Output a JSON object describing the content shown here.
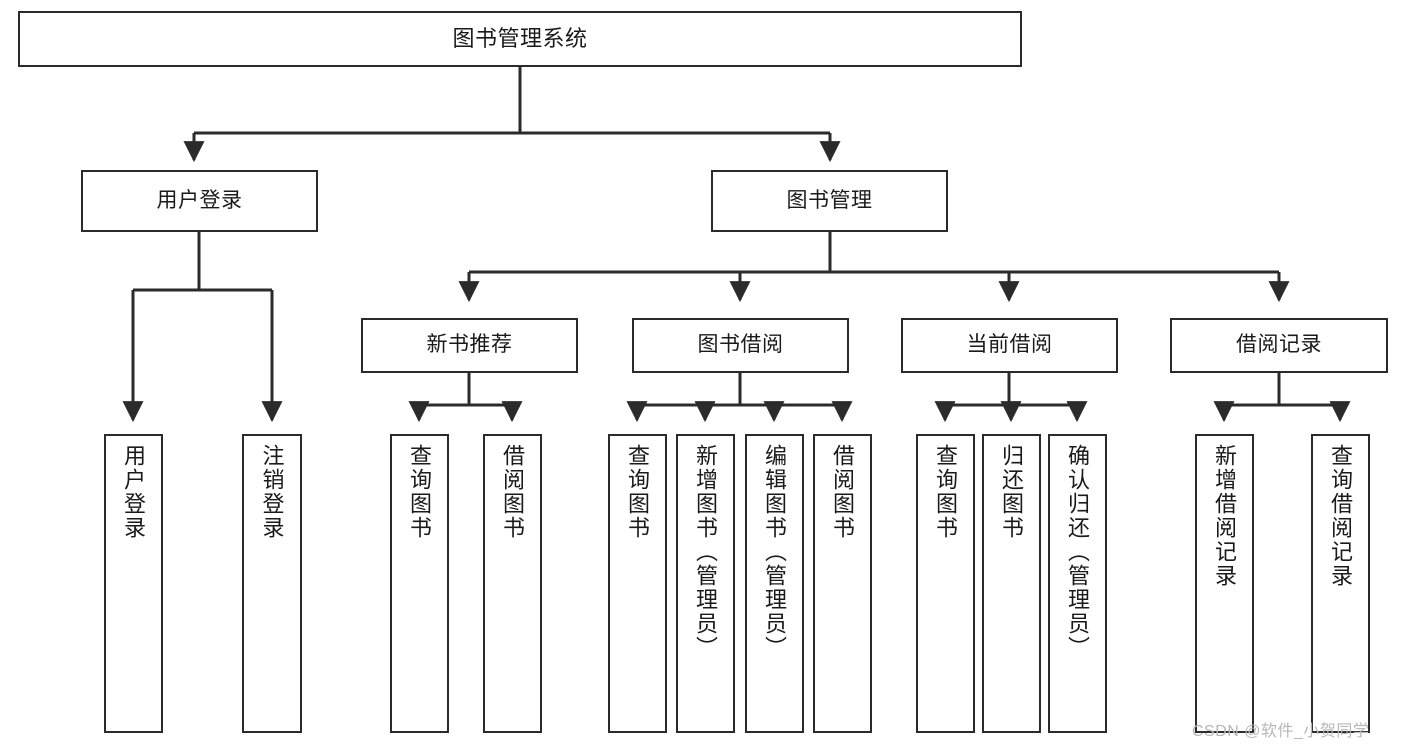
{
  "diagram": {
    "title": "图书管理系统",
    "type": "tree-hierarchy-chart",
    "orientation": "top-down",
    "colors": {
      "box_border": "#2b2b2b",
      "box_fill": "#ffffff",
      "edge": "#2b2b2b",
      "text": "#1a1a1a",
      "watermark": "#b7b7b7",
      "background": "#ffffff"
    },
    "levels": {
      "level1": {
        "nodes": [
          {
            "id": "root",
            "label": "图书管理系统",
            "text_direction": "horizontal"
          }
        ]
      },
      "level2": {
        "nodes": [
          {
            "id": "user-login",
            "label": "用户登录",
            "text_direction": "horizontal",
            "parent": "root"
          },
          {
            "id": "book-manage",
            "label": "图书管理",
            "text_direction": "horizontal",
            "parent": "root"
          }
        ]
      },
      "level3": {
        "nodes": [
          {
            "id": "new-book-rec",
            "label": "新书推荐",
            "text_direction": "horizontal",
            "parent": "book-manage"
          },
          {
            "id": "book-borrow",
            "label": "图书借阅",
            "text_direction": "horizontal",
            "parent": "book-manage"
          },
          {
            "id": "current-borrow",
            "label": "当前借阅",
            "text_direction": "horizontal",
            "parent": "book-manage"
          },
          {
            "id": "borrow-record",
            "label": "借阅记录",
            "text_direction": "horizontal",
            "parent": "book-manage"
          }
        ]
      },
      "level4": {
        "nodes": [
          {
            "id": "leaf-user-login",
            "label": "用户登录",
            "text_direction": "vertical",
            "parent": "user-login"
          },
          {
            "id": "leaf-logout-login",
            "label": "注销登录",
            "text_direction": "vertical",
            "parent": "user-login"
          },
          {
            "id": "leaf-query-book-1",
            "label": "查询图书",
            "text_direction": "vertical",
            "parent": "new-book-rec"
          },
          {
            "id": "leaf-borrow-book-1",
            "label": "借阅图书",
            "text_direction": "vertical",
            "parent": "new-book-rec"
          },
          {
            "id": "leaf-query-book-2",
            "label": "查询图书",
            "text_direction": "vertical",
            "parent": "book-borrow"
          },
          {
            "id": "leaf-add-book",
            "label": "新增图书（管理员）",
            "text_direction": "vertical",
            "parent": "book-borrow"
          },
          {
            "id": "leaf-edit-book",
            "label": "编辑图书（管理员）",
            "text_direction": "vertical",
            "parent": "book-borrow"
          },
          {
            "id": "leaf-borrow-book-2",
            "label": "借阅图书",
            "text_direction": "vertical",
            "parent": "book-borrow"
          },
          {
            "id": "leaf-query-book-3",
            "label": "查询图书",
            "text_direction": "vertical",
            "parent": "current-borrow"
          },
          {
            "id": "leaf-return-book",
            "label": "归还图书",
            "text_direction": "vertical",
            "parent": "current-borrow"
          },
          {
            "id": "leaf-confirm-return",
            "label": "确认归还（管理员）",
            "text_direction": "vertical",
            "parent": "current-borrow"
          },
          {
            "id": "leaf-add-record",
            "label": "新增借阅记录",
            "text_direction": "vertical",
            "parent": "borrow-record"
          },
          {
            "id": "leaf-query-record",
            "label": "查询借阅记录",
            "text_direction": "vertical",
            "parent": "borrow-record"
          }
        ]
      }
    },
    "watermark": "CSDN @软件_小贺同学"
  }
}
